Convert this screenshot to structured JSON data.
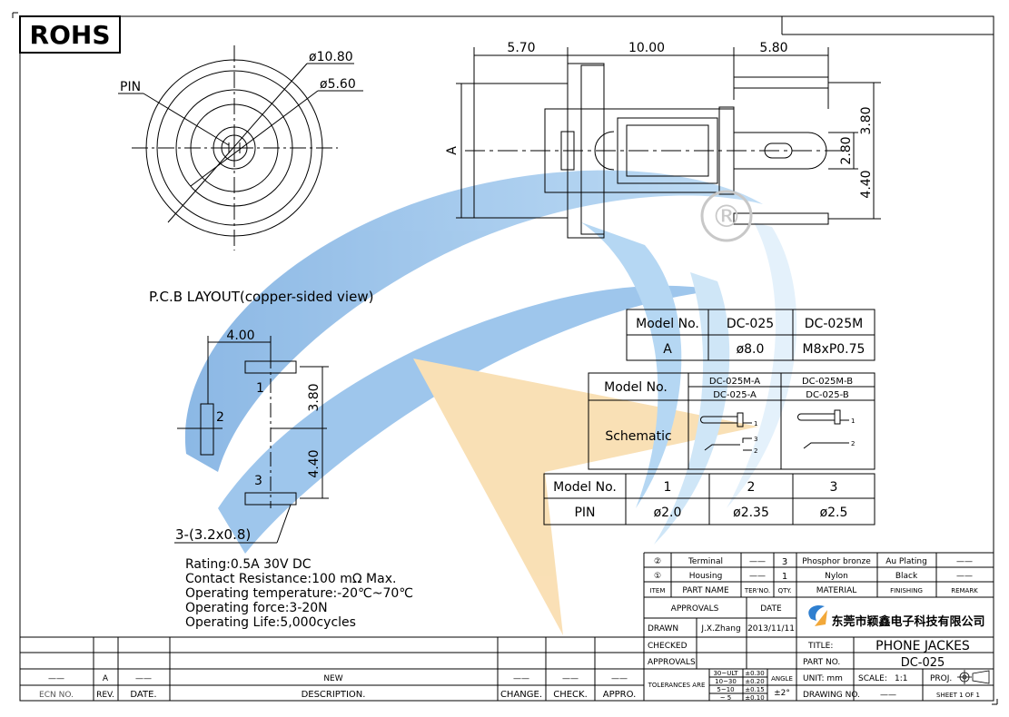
{
  "rohs": "ROHS",
  "registered": "®",
  "front_view": {
    "pin_label": "PIN",
    "dia_outer": "ø10.80",
    "dia_inner": "ø5.60"
  },
  "side_view": {
    "dim_a": "5.70",
    "dim_b": "10.00",
    "dim_c": "5.80",
    "dim_v1": "3.80",
    "dim_v2": "2.80",
    "dim_v3": "4.40",
    "label_a": "A"
  },
  "pcb": {
    "title": "P.C.B LAYOUT(copper-sided view)",
    "dim_h": "4.00",
    "dim_v1": "3.80",
    "dim_v2": "4.40",
    "pin1": "1",
    "pin2": "2",
    "pin3": "3",
    "pad_note": "3-(3.2x0.8)"
  },
  "model_table": {
    "h0": "Model No.",
    "h1": "DC-025",
    "h2": "DC-025M",
    "r0": "A",
    "r1": "ø8.0",
    "r2": "M8xP0.75"
  },
  "schematic_table": {
    "model_label": "Model No.",
    "m1a": "DC-025M-A",
    "m1b": "DC-025-A",
    "m2a": "DC-025M-B",
    "m2b": "DC-025-B",
    "schematic_label": "Schematic",
    "s_1": "1",
    "s_2": "2",
    "s_3": "3"
  },
  "pin_table": {
    "h0": "Model No.",
    "h1": "1",
    "h2": "2",
    "h3": "3",
    "r0": "PIN",
    "r1": "ø2.0",
    "r2": "ø2.35",
    "r3": "ø2.5"
  },
  "specs": [
    "Rating:0.5A 30V DC",
    "Contact Resistance:100 mΩ Max.",
    "Operating temperature:-20℃~70℃",
    "Operating force:3-20N",
    "Operating Life:5,000cycles"
  ],
  "bom": {
    "rows": [
      {
        "item": "②",
        "name": "Terminal",
        "code": "——",
        "qty": "3",
        "material": "Phosphor bronze",
        "finishing": "Au Plating",
        "remark": "——"
      },
      {
        "item": "①",
        "name": "Housing",
        "code": "——",
        "qty": "1",
        "material": "Nylon",
        "finishing": "Black",
        "remark": "——"
      }
    ],
    "header": {
      "item": "ITEM",
      "name": "PART NAME",
      "code": "TER'NO.",
      "qty": "QTY.",
      "material": "MATERIAL",
      "finishing": "FINISHING",
      "remark": "REMARK"
    }
  },
  "title_block": {
    "approvals": "APPROVALS",
    "date": "DATE",
    "drawn": "DRAWN",
    "drawn_by": "J.X.Zhang",
    "drawn_date": "2013/11/11",
    "checked": "CHECKED",
    "approvals2": "APPROVALS",
    "tolerances": "TOLERANCES ARE",
    "tol_r1a": "30~ULT",
    "tol_r1b": "±0.30",
    "tol_r2a": "10~30",
    "tol_r2b": "±0.20",
    "tol_r3a": "5~10",
    "tol_r3b": "±0.15",
    "tol_r4a": "~ 5",
    "tol_r4b": "±0.10",
    "angle": "ANGLE",
    "angle_val": "±2°",
    "company": "东莞市颖鑫电子科技有限公司",
    "title_label": "TITLE:",
    "title": "PHONE JACKES",
    "part_no_label": "PART NO.",
    "part_no": "DC-025",
    "unit": "UNIT: mm",
    "scale_label": "SCALE:",
    "scale": "1:1",
    "proj": "PROJ.",
    "drawing_no": "DRAWING NO.",
    "drawing_val": "——",
    "sheet": "SHEET  1  OF  1"
  },
  "revision": {
    "r1_ecn": "——",
    "r1_rev": "A",
    "r1_date": "——",
    "r1_desc": "NEW",
    "r1_change": "——",
    "r1_check": "——",
    "r1_appro": "——",
    "ecn": "ECN NO.",
    "rev": "REV.",
    "date": "DATE.",
    "desc": "DESCRIPTION.",
    "change": "CHANGE.",
    "check": "CHECK.",
    "appro": "APPRO."
  }
}
